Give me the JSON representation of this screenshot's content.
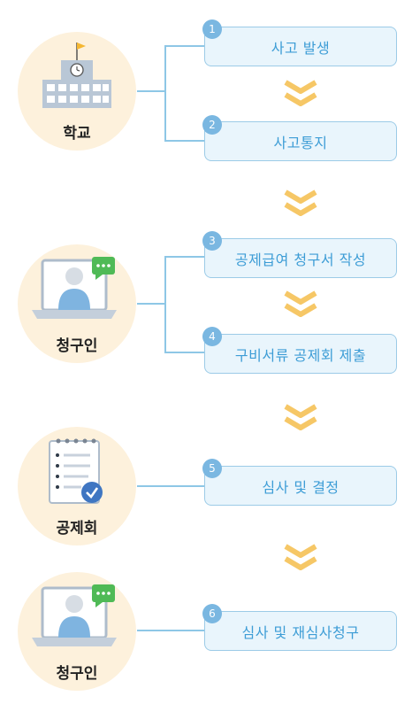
{
  "actors": {
    "school": {
      "label": "학교",
      "icon": "school-icon"
    },
    "claimant1": {
      "label": "청구인",
      "icon": "laptop-user-chat-icon"
    },
    "association": {
      "label": "공제회",
      "icon": "checklist-clipboard-icon"
    },
    "claimant2": {
      "label": "청구인",
      "icon": "laptop-user-chat-icon"
    }
  },
  "steps": [
    {
      "num": "1",
      "label": "사고 발생"
    },
    {
      "num": "2",
      "label": "사고통지"
    },
    {
      "num": "3",
      "label": "공제급여 청구서 작성"
    },
    {
      "num": "4",
      "label": "구비서류 공제회 제출"
    },
    {
      "num": "5",
      "label": "심사 및 결정"
    },
    {
      "num": "6",
      "label": "심사 및 재심사청구"
    }
  ],
  "colors": {
    "actor_bg": "#fdf1dc",
    "step_border": "#9ccbe7",
    "step_bg": "#e9f5fc",
    "step_text": "#3d9dd6",
    "badge": "#7ab7e1",
    "chevron": "#f6c766",
    "connector": "#8ec7e6"
  }
}
